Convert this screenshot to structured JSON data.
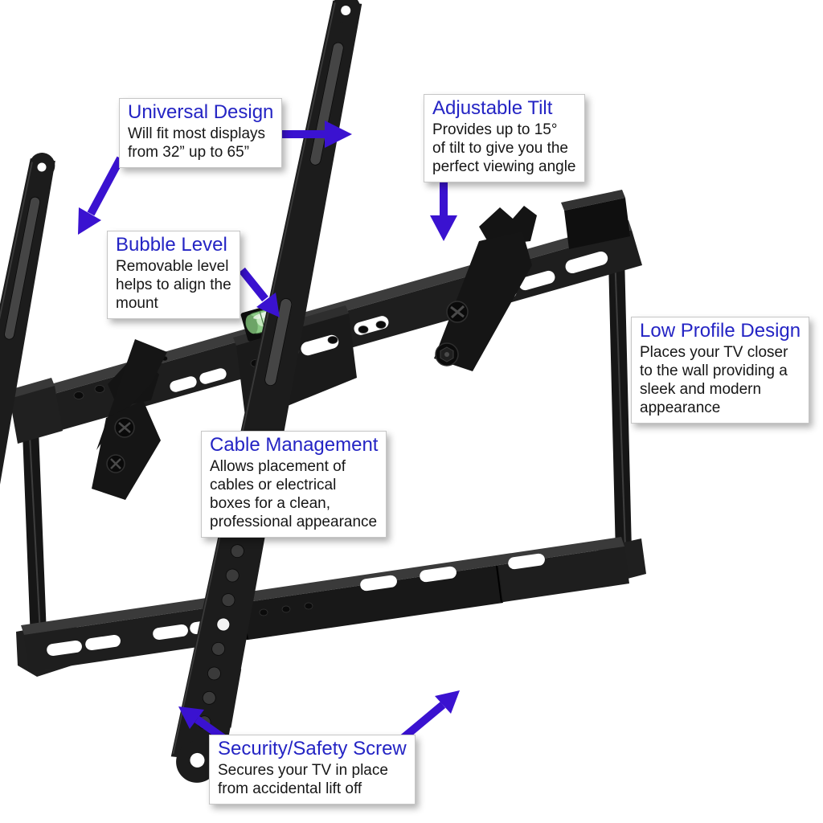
{
  "image": {
    "title": "Tilting TV wall mount bracket — feature annotation diagram",
    "background_color": "#ffffff"
  },
  "colors": {
    "callout_title_blue": "#2424c4",
    "callout_body_text": "#161616",
    "arrow_blue": "#3a12d0",
    "mount_black": "#1c1c1c",
    "bubble_level_green": "#8ccb86",
    "callout_background": "#ffffff",
    "callout_border": "#c6c6c6"
  },
  "callouts": [
    {
      "id": "universal-design",
      "title": "Universal Design",
      "body": "Will fit most displays\nfrom 32” up to 65”"
    },
    {
      "id": "adjustable-tilt",
      "title": "Adjustable Tilt",
      "body": "Provides up to 15°\nof tilt to give you the\nperfect viewing angle"
    },
    {
      "id": "bubble-level",
      "title": "Bubble Level",
      "body": "Removable level\nhelps to align the\nmount"
    },
    {
      "id": "low-profile-design",
      "title": "Low Profile Design",
      "body": "Places your TV closer\nto the wall providing a\nsleek and modern\nappearance"
    },
    {
      "id": "cable-management",
      "title": "Cable Management",
      "body": "Allows placement of\ncables or electrical\nboxes for a clean,\nprofessional appearance"
    },
    {
      "id": "security-safety-screw",
      "title": "Security/Safety Screw",
      "body": "Secures your TV in place\nfrom accidental lift off"
    }
  ],
  "arrows": [
    {
      "from": "universal-design",
      "direction": "right",
      "target": "right TV bracket arm"
    },
    {
      "from": "universal-design",
      "direction": "down-left",
      "target": "left TV bracket arm"
    },
    {
      "from": "adjustable-tilt",
      "direction": "down",
      "target": "tilt mechanism"
    },
    {
      "from": "bubble-level",
      "direction": "down-right",
      "target": "bubble level vial"
    },
    {
      "from": "security-safety-screw",
      "direction": "up-left",
      "target": "left arm bottom screw holes"
    },
    {
      "from": "security-safety-screw",
      "direction": "up-right",
      "target": "right arm bottom screw holes"
    }
  ]
}
